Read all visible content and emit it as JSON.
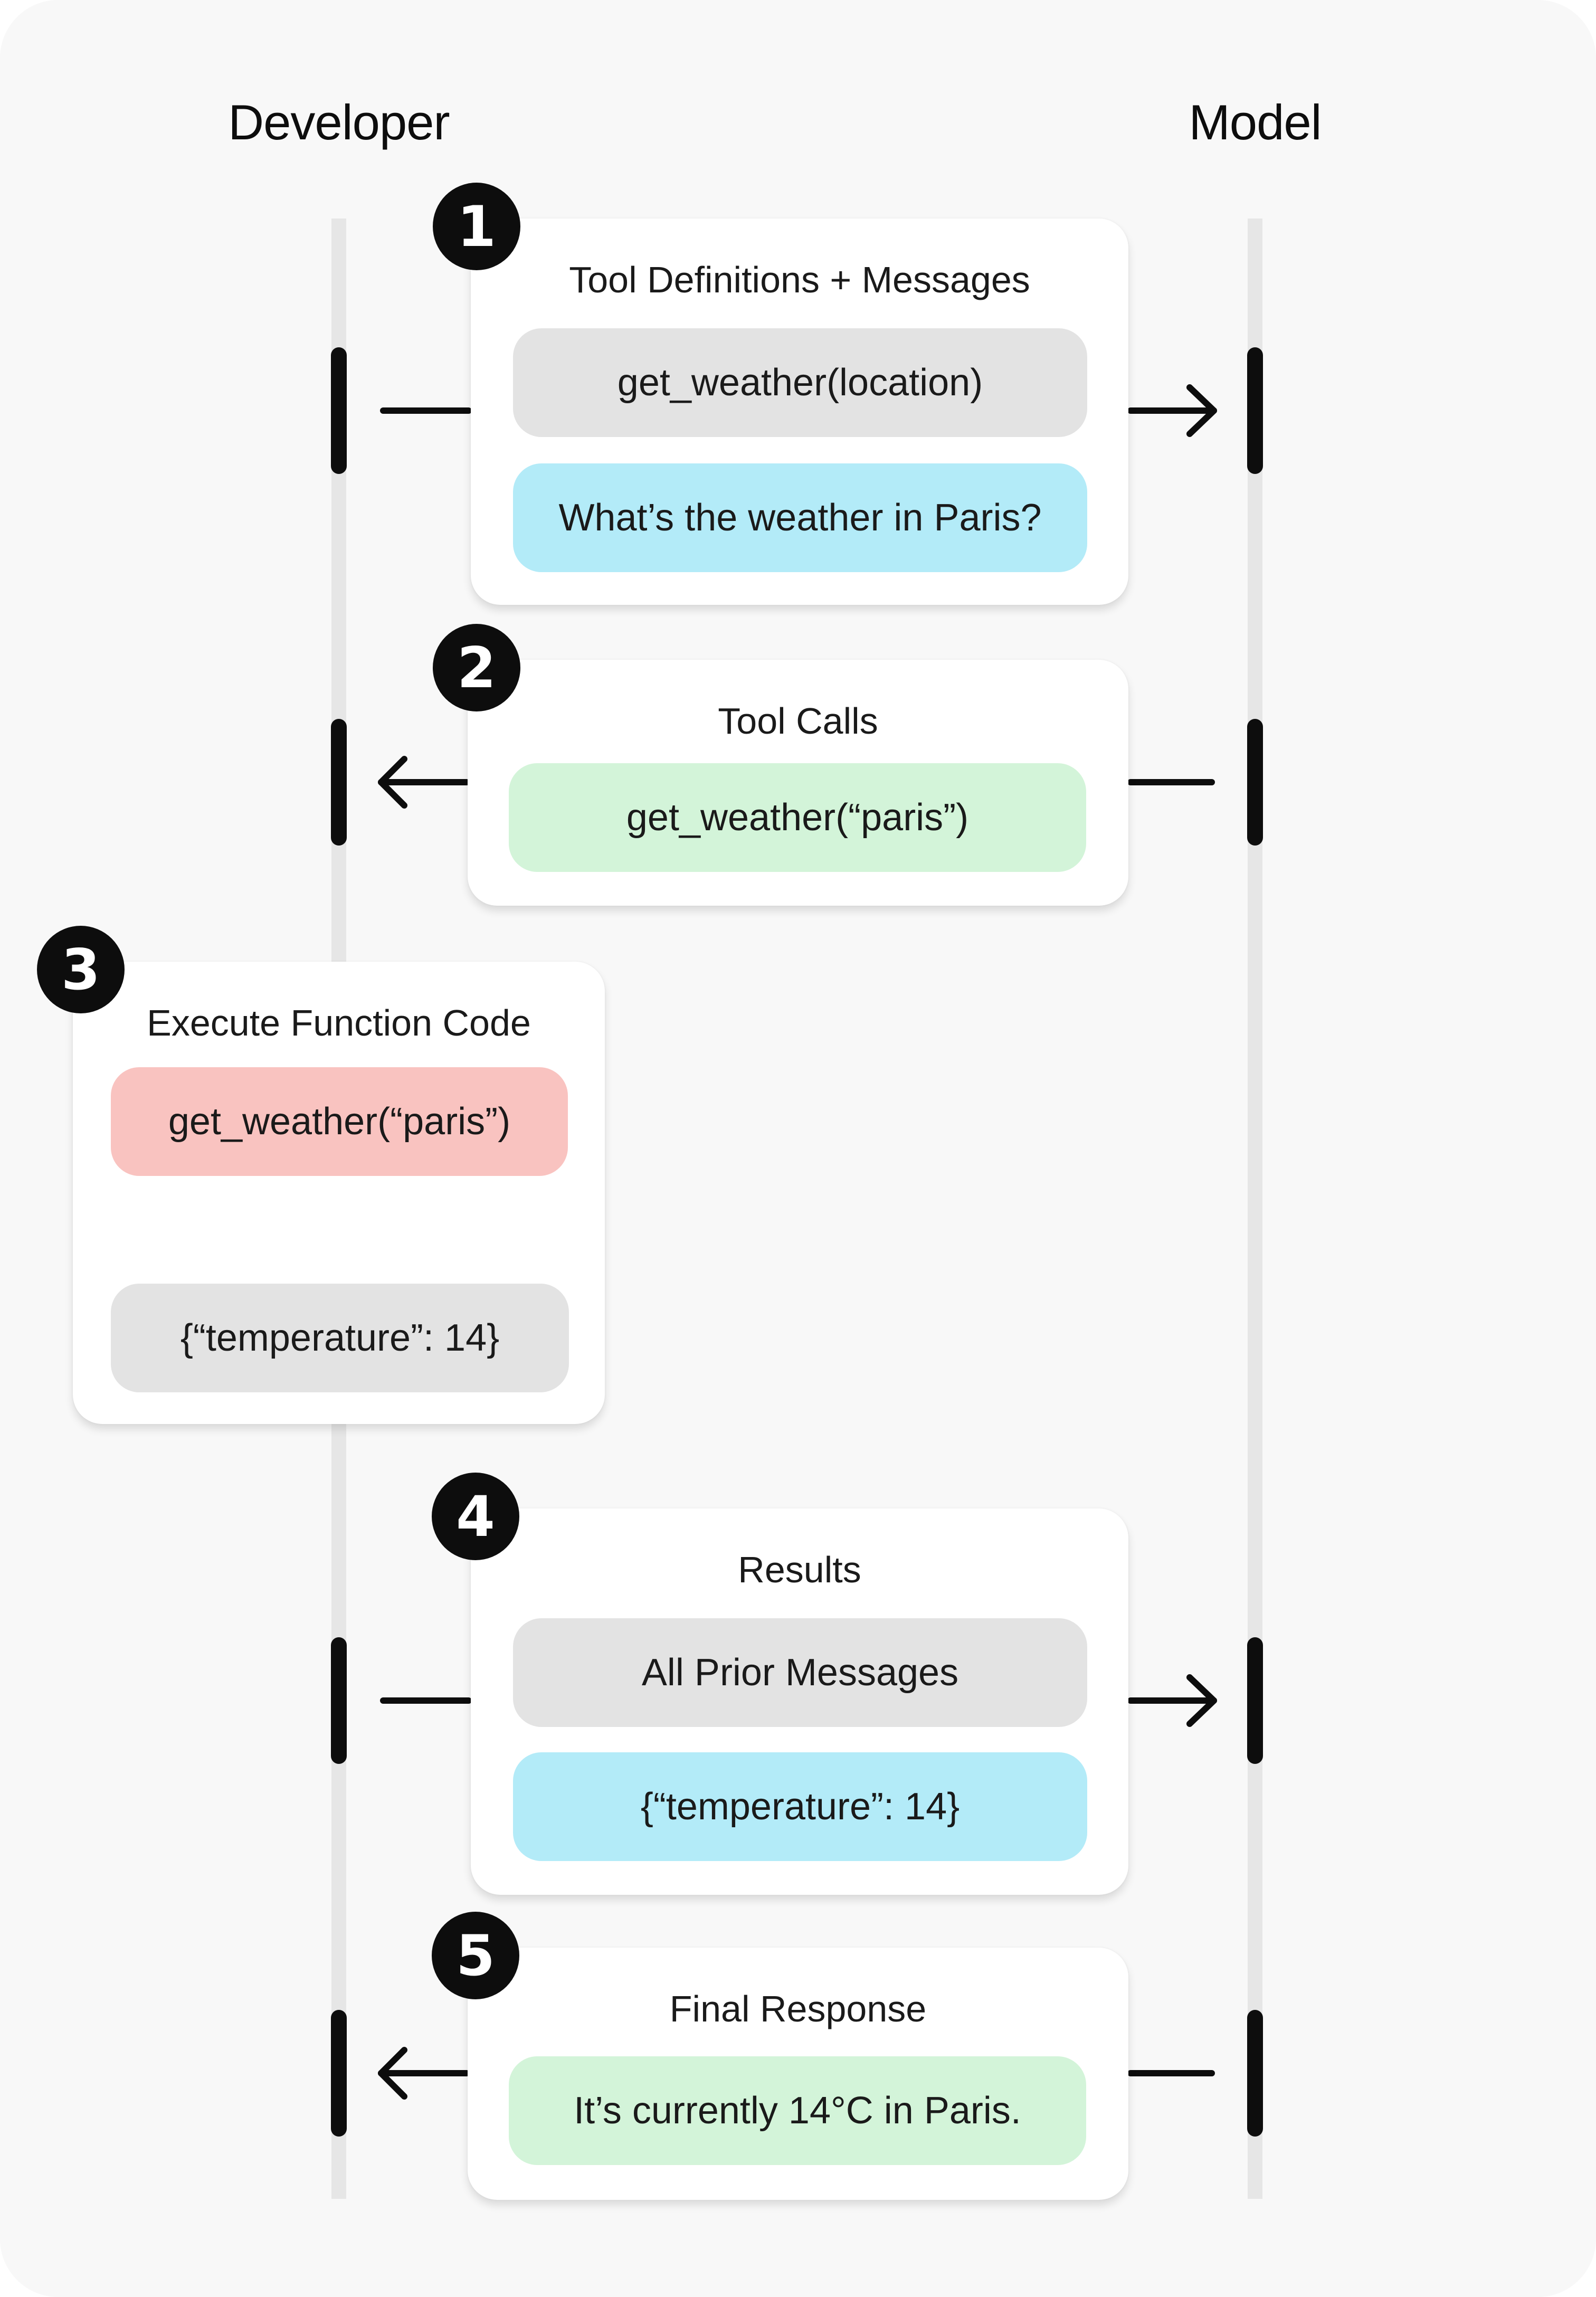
{
  "lanes": {
    "developer": "Developer",
    "model": "Model"
  },
  "steps": [
    {
      "number": "1",
      "title": "Tool Definitions + Messages",
      "pills": [
        "get_weather(location)",
        "What’s the weather in Paris?"
      ]
    },
    {
      "number": "2",
      "title": "Tool Calls",
      "pills": [
        "get_weather(“paris”)"
      ]
    },
    {
      "number": "3",
      "title": "Execute Function Code",
      "pills": [
        "get_weather(“paris”)",
        "{“temperature”: 14}"
      ]
    },
    {
      "number": "4",
      "title": "Results",
      "pills": [
        "All Prior Messages",
        "{“temperature”: 14}"
      ]
    },
    {
      "number": "5",
      "title": "Final Response",
      "pills": [
        "It’s currently 14°C in Paris."
      ]
    }
  ],
  "colors": {
    "background": "#f8f8f8",
    "ink": "#0d0d0d",
    "gray_pill": "#e3e3e3",
    "blue_pill": "#b3ebf8",
    "green_pill": "#d3f4d9",
    "red_pill": "#f9c3c0"
  },
  "icons": [
    "arrow-right-icon",
    "arrow-left-icon",
    "arrow-down-icon"
  ]
}
